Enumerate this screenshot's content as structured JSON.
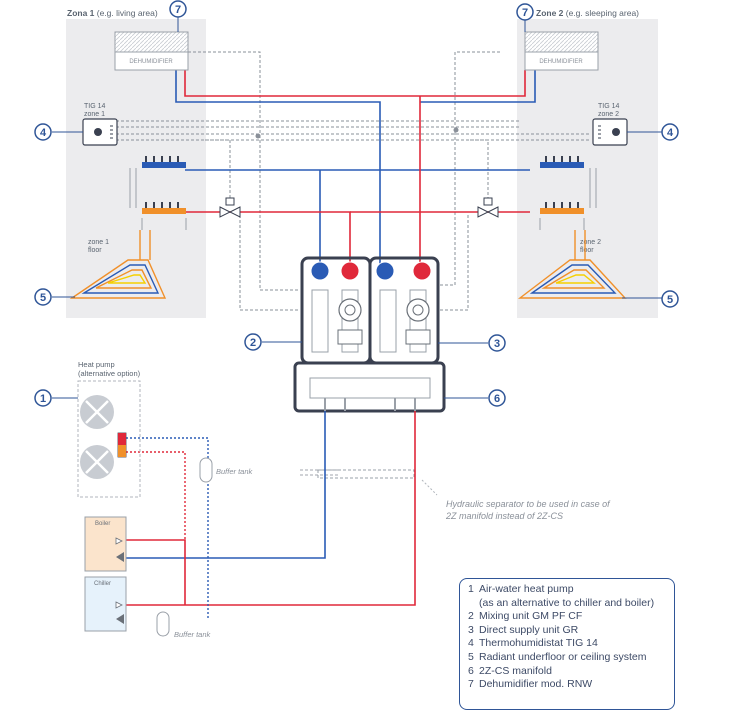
{
  "zones": {
    "zone1": {
      "title_bold": "Zona 1",
      "title_note": " (e.g. living area)",
      "floor_label_1": "zone 1",
      "floor_label_2": "floor"
    },
    "zone2": {
      "title_bold": "Zone 2",
      "title_note": " (e.g. sleeping area)",
      "floor_label_1": "zone 2",
      "floor_label_2": "floor"
    }
  },
  "dehumidifier_label": "DEHUMIDIFIER",
  "tig1": {
    "line1": "TIG 14",
    "line2": "zone 1"
  },
  "tig2": {
    "line1": "TIG 14",
    "line2": "zone 2"
  },
  "heat_pump": {
    "line1": "Heat pump",
    "line2": "(alternative option)"
  },
  "buffer_tank_1": "Buffer tank",
  "buffer_tank_2": "Buffer tank",
  "boiler_label": "Boiler",
  "chiller_label": "Chiller",
  "separator_note": {
    "line1": "Hydraulic separator to be used in case of",
    "line2": "2Z manifold instead of 2Z-CS"
  },
  "callouts": {
    "c1": "1",
    "c2": "2",
    "c3": "3",
    "c4a": "4",
    "c4b": "4",
    "c5a": "5",
    "c5b": "5",
    "c6": "6",
    "c7a": "7",
    "c7b": "7"
  },
  "legend": [
    {
      "num": "1",
      "text": "Air-water heat pump"
    },
    {
      "num": "",
      "text": "(as an alternative to chiller and boiler)"
    },
    {
      "num": "2",
      "text": "Mixing unit GM PF CF"
    },
    {
      "num": "3",
      "text": "Direct supply unit GR"
    },
    {
      "num": "4",
      "text": "Thermohumidistat TIG 14"
    },
    {
      "num": "5",
      "text": "Radiant underfloor or ceiling system"
    },
    {
      "num": "6",
      "text": "2Z-CS manifold"
    },
    {
      "num": "7",
      "text": "Dehumidifier mod. RNW"
    }
  ],
  "colors": {
    "supply": "#e0283a",
    "return": "#2a5bb5",
    "outline": "#3a4050",
    "zone_bg": "#ececee",
    "manifold": "#f0902a",
    "callout": "#2f5597"
  }
}
